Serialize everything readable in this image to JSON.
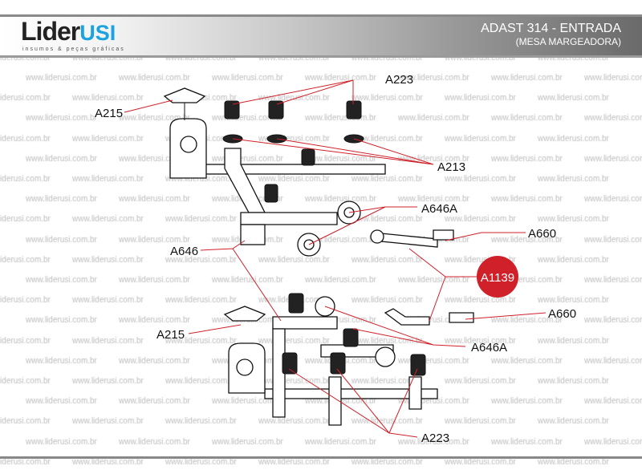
{
  "header": {
    "logo_main": "Lider",
    "logo_accent": "USI",
    "logo_tagline": "insumos & peças gráficas",
    "title": "ADAST 314 - ENTRADA",
    "subtitle": "(MESA MARGEADORA)"
  },
  "watermark": "www.liderusi.com.br",
  "labels": {
    "a223_top": "A223",
    "a215_top": "A215",
    "a213": "A213",
    "a646a_top": "A646A",
    "a660_top": "A660",
    "a646": "A646",
    "a1139": "A1139",
    "a215_bottom": "A215",
    "a660_bottom": "A660",
    "a646a_bottom": "A646A",
    "a223_bottom": "A223"
  },
  "colors": {
    "accent": "#d0202a",
    "logo_blue": "#1aa3e0"
  }
}
